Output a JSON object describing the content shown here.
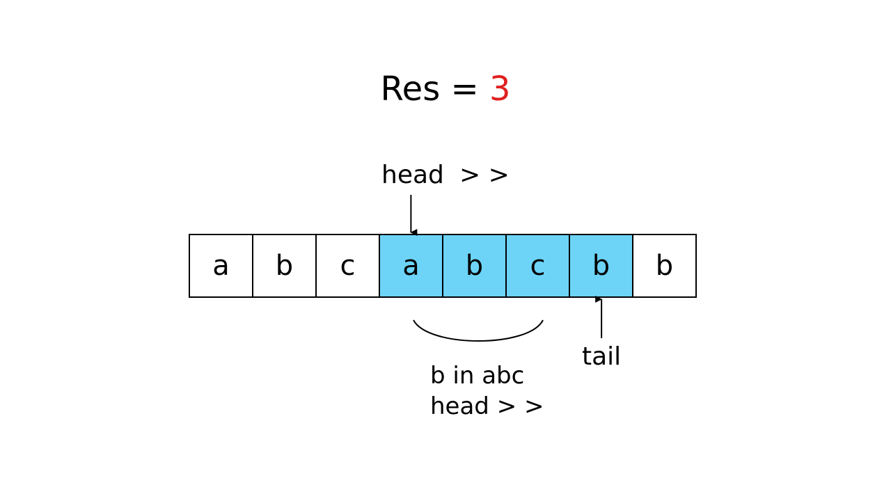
{
  "title": {
    "prefix": "Res = ",
    "value": "3"
  },
  "head_label": "head",
  "head_arrows": "> >",
  "tail_label": "tail",
  "note": {
    "line1": "b in abc",
    "line2": "head > >"
  },
  "cells": [
    "a",
    "b",
    "c",
    "a",
    "b",
    "c",
    "b",
    "b"
  ],
  "highlighted_indices": [
    3,
    4,
    5,
    6
  ],
  "head_index": 3,
  "tail_index": 6,
  "colors": {
    "highlight": "#6dd4f8",
    "result": "#e02020"
  }
}
